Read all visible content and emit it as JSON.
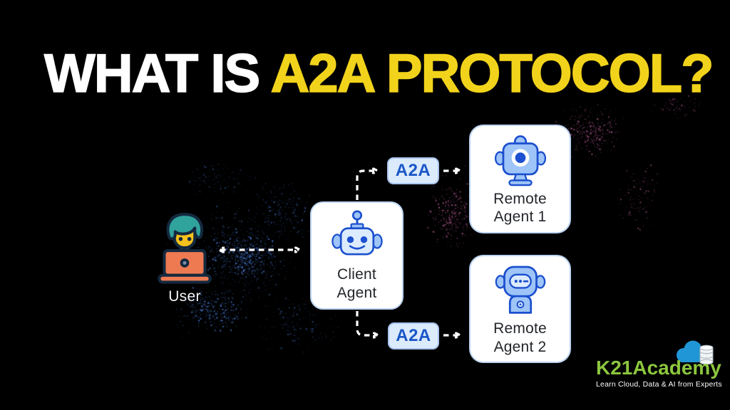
{
  "title": {
    "prefix": "WHAT IS",
    "highlight": "A2A PROTOCOL?"
  },
  "diagram": {
    "user_label": "User",
    "client_agent_label": "Client Agent",
    "badges": [
      {
        "label": "A2A"
      },
      {
        "label": "A2A"
      }
    ],
    "remote_agents": [
      {
        "label": "Remote Agent 1"
      },
      {
        "label": "Remote Agent 2"
      }
    ]
  },
  "branding": {
    "logo_text": "K21Academy",
    "tagline": "Learn Cloud, Data & AI from Experts"
  },
  "colors": {
    "background": "#000000",
    "title_white": "#ffffff",
    "title_yellow": "#F2D31B",
    "robot_stroke": "#1B4FCE",
    "robot_light": "#DCEBFD",
    "robot_mid": "#9EC4F8",
    "badge_bg": "#DCEBFC",
    "badge_border": "#A9C4EE",
    "badge_text": "#1A56C7",
    "box_border": "#BCD4F2",
    "arrow_white": "#FFFFFF",
    "particle_blue": "#4A7DD8",
    "particle_pink": "#C0619F",
    "brand_green": "#8CC63E",
    "cloud_blue": "#2196D6",
    "user_hair_teal": "#2FA39C",
    "user_face_yellow": "#F6C21D",
    "user_laptop_orange": "#EE7A52"
  }
}
